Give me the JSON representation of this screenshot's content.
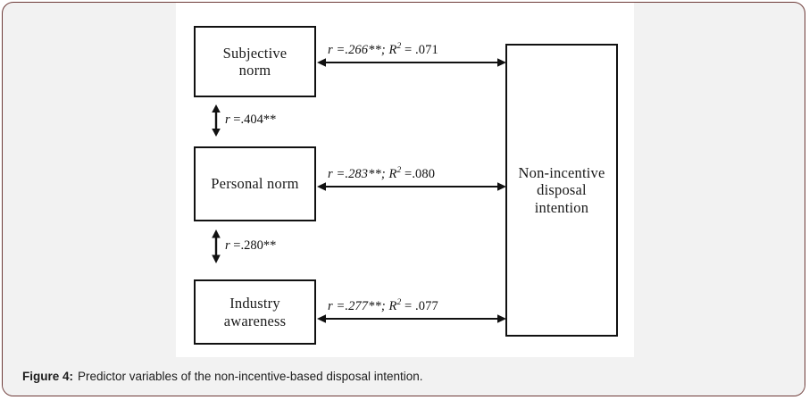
{
  "figure": {
    "caption_label": "Figure 4:",
    "caption_text": "Predictor variables of the non-incentive-based disposal intention.",
    "frame_border_color": "#6d3a37",
    "frame_background_color": "#f2f2f2",
    "canvas_background_color": "#ffffff",
    "node_border_color": "#111111"
  },
  "nodes": {
    "subjective_norm": {
      "label": "Subjective\nnorm",
      "line1": "Subjective",
      "line2": "norm"
    },
    "personal_norm": {
      "label": "Personal norm",
      "line1": "Personal norm",
      "line2": ""
    },
    "industry_awareness": {
      "label": "Industry\nawareness",
      "line1": "Industry",
      "line2": "awareness"
    },
    "non_incentive_intention": {
      "label": "Non-incentive\ndisposal\nintention",
      "line1": "Non-incentive",
      "line2": "disposal",
      "line3": "intention"
    }
  },
  "relations": [
    {
      "id": "subjective-norm-to-intention",
      "from": "subjective_norm",
      "to": "non_incentive_intention",
      "direction": "bidirectional",
      "orientation": "horizontal",
      "r": ".266",
      "significance": "**",
      "r_squared": ".071",
      "label_r": "r =.266**;",
      "label_r2_prefix": "R",
      "label_r2_sup": "2",
      "label_r2_value": " = .071"
    },
    {
      "id": "personal-norm-to-intention",
      "from": "personal_norm",
      "to": "non_incentive_intention",
      "direction": "bidirectional",
      "orientation": "horizontal",
      "r": ".283",
      "significance": "**",
      "r_squared": ".080",
      "label_r": "r =.283**;",
      "label_r2_prefix": "R",
      "label_r2_sup": "2",
      "label_r2_value": " =.080"
    },
    {
      "id": "industry-awareness-to-intention",
      "from": "industry_awareness",
      "to": "non_incentive_intention",
      "direction": "bidirectional",
      "orientation": "horizontal",
      "r": ".277",
      "significance": "**",
      "r_squared": ".077",
      "label_r": "r =.277**;",
      "label_r2_prefix": "R",
      "label_r2_sup": "2",
      "label_r2_value": " = .077"
    },
    {
      "id": "subjective-norm-to-personal-norm",
      "from": "subjective_norm",
      "to": "personal_norm",
      "direction": "bidirectional",
      "orientation": "vertical",
      "r": ".404",
      "significance": "**",
      "label_r_italic": "r",
      "label_r_rest": " =.404**"
    },
    {
      "id": "personal-norm-to-industry-awareness",
      "from": "personal_norm",
      "to": "industry_awareness",
      "direction": "bidirectional",
      "orientation": "vertical",
      "r": ".280",
      "significance": "**",
      "label_r_italic": "r",
      "label_r_rest": " =.280**"
    }
  ],
  "chart_data": {
    "type": "diagram",
    "title": "Predictor variables of the non-incentive-based disposal intention",
    "outcome": "Non-incentive disposal intention",
    "predictors": [
      {
        "name": "Subjective norm",
        "r": 0.266,
        "p_flag": "**",
        "r_squared": 0.071
      },
      {
        "name": "Personal norm",
        "r": 0.283,
        "p_flag": "**",
        "r_squared": 0.08
      },
      {
        "name": "Industry awareness",
        "r": 0.277,
        "p_flag": "**",
        "r_squared": 0.077
      }
    ],
    "inter_predictor_correlations": [
      {
        "between": [
          "Subjective norm",
          "Personal norm"
        ],
        "r": 0.404,
        "p_flag": "**"
      },
      {
        "between": [
          "Personal norm",
          "Industry awareness"
        ],
        "r": 0.28,
        "p_flag": "**"
      }
    ]
  }
}
